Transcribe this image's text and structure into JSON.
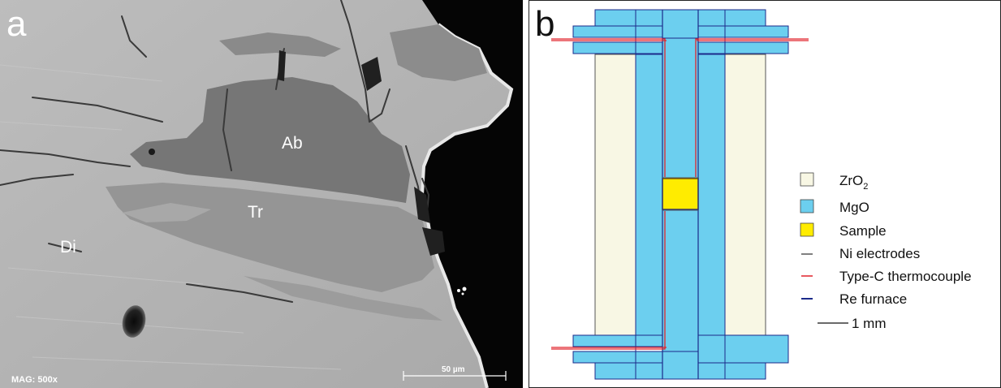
{
  "panel_a": {
    "letter": "a",
    "labels": {
      "ab": "Ab",
      "tr": "Tr",
      "di": "Di"
    },
    "magnification": "MAG: 500x",
    "scale_bar": "50 µm",
    "colors": {
      "diopside": "#b1b1b1",
      "albite": "#767676",
      "tremolite": "#959595",
      "background": "#050505"
    }
  },
  "panel_b": {
    "letter": "b",
    "legend": [
      {
        "label": "ZrO",
        "sub": "2",
        "swatch": "#f8f7e4",
        "kind": "box"
      },
      {
        "label": "MgO",
        "sub": "",
        "swatch": "#6ccfef",
        "kind": "box"
      },
      {
        "label": "Sample",
        "sub": "",
        "swatch": "#ffec00",
        "kind": "box"
      },
      {
        "label": "Ni electrodes",
        "sub": "",
        "swatch": "#555555",
        "kind": "line"
      },
      {
        "label": "Type-C thermocouple",
        "sub": "",
        "swatch": "#e0232a",
        "kind": "line"
      },
      {
        "label": "Re furnace",
        "sub": "",
        "swatch": "#1b2a8a",
        "kind": "line"
      }
    ],
    "scale_bar": "1 mm"
  }
}
